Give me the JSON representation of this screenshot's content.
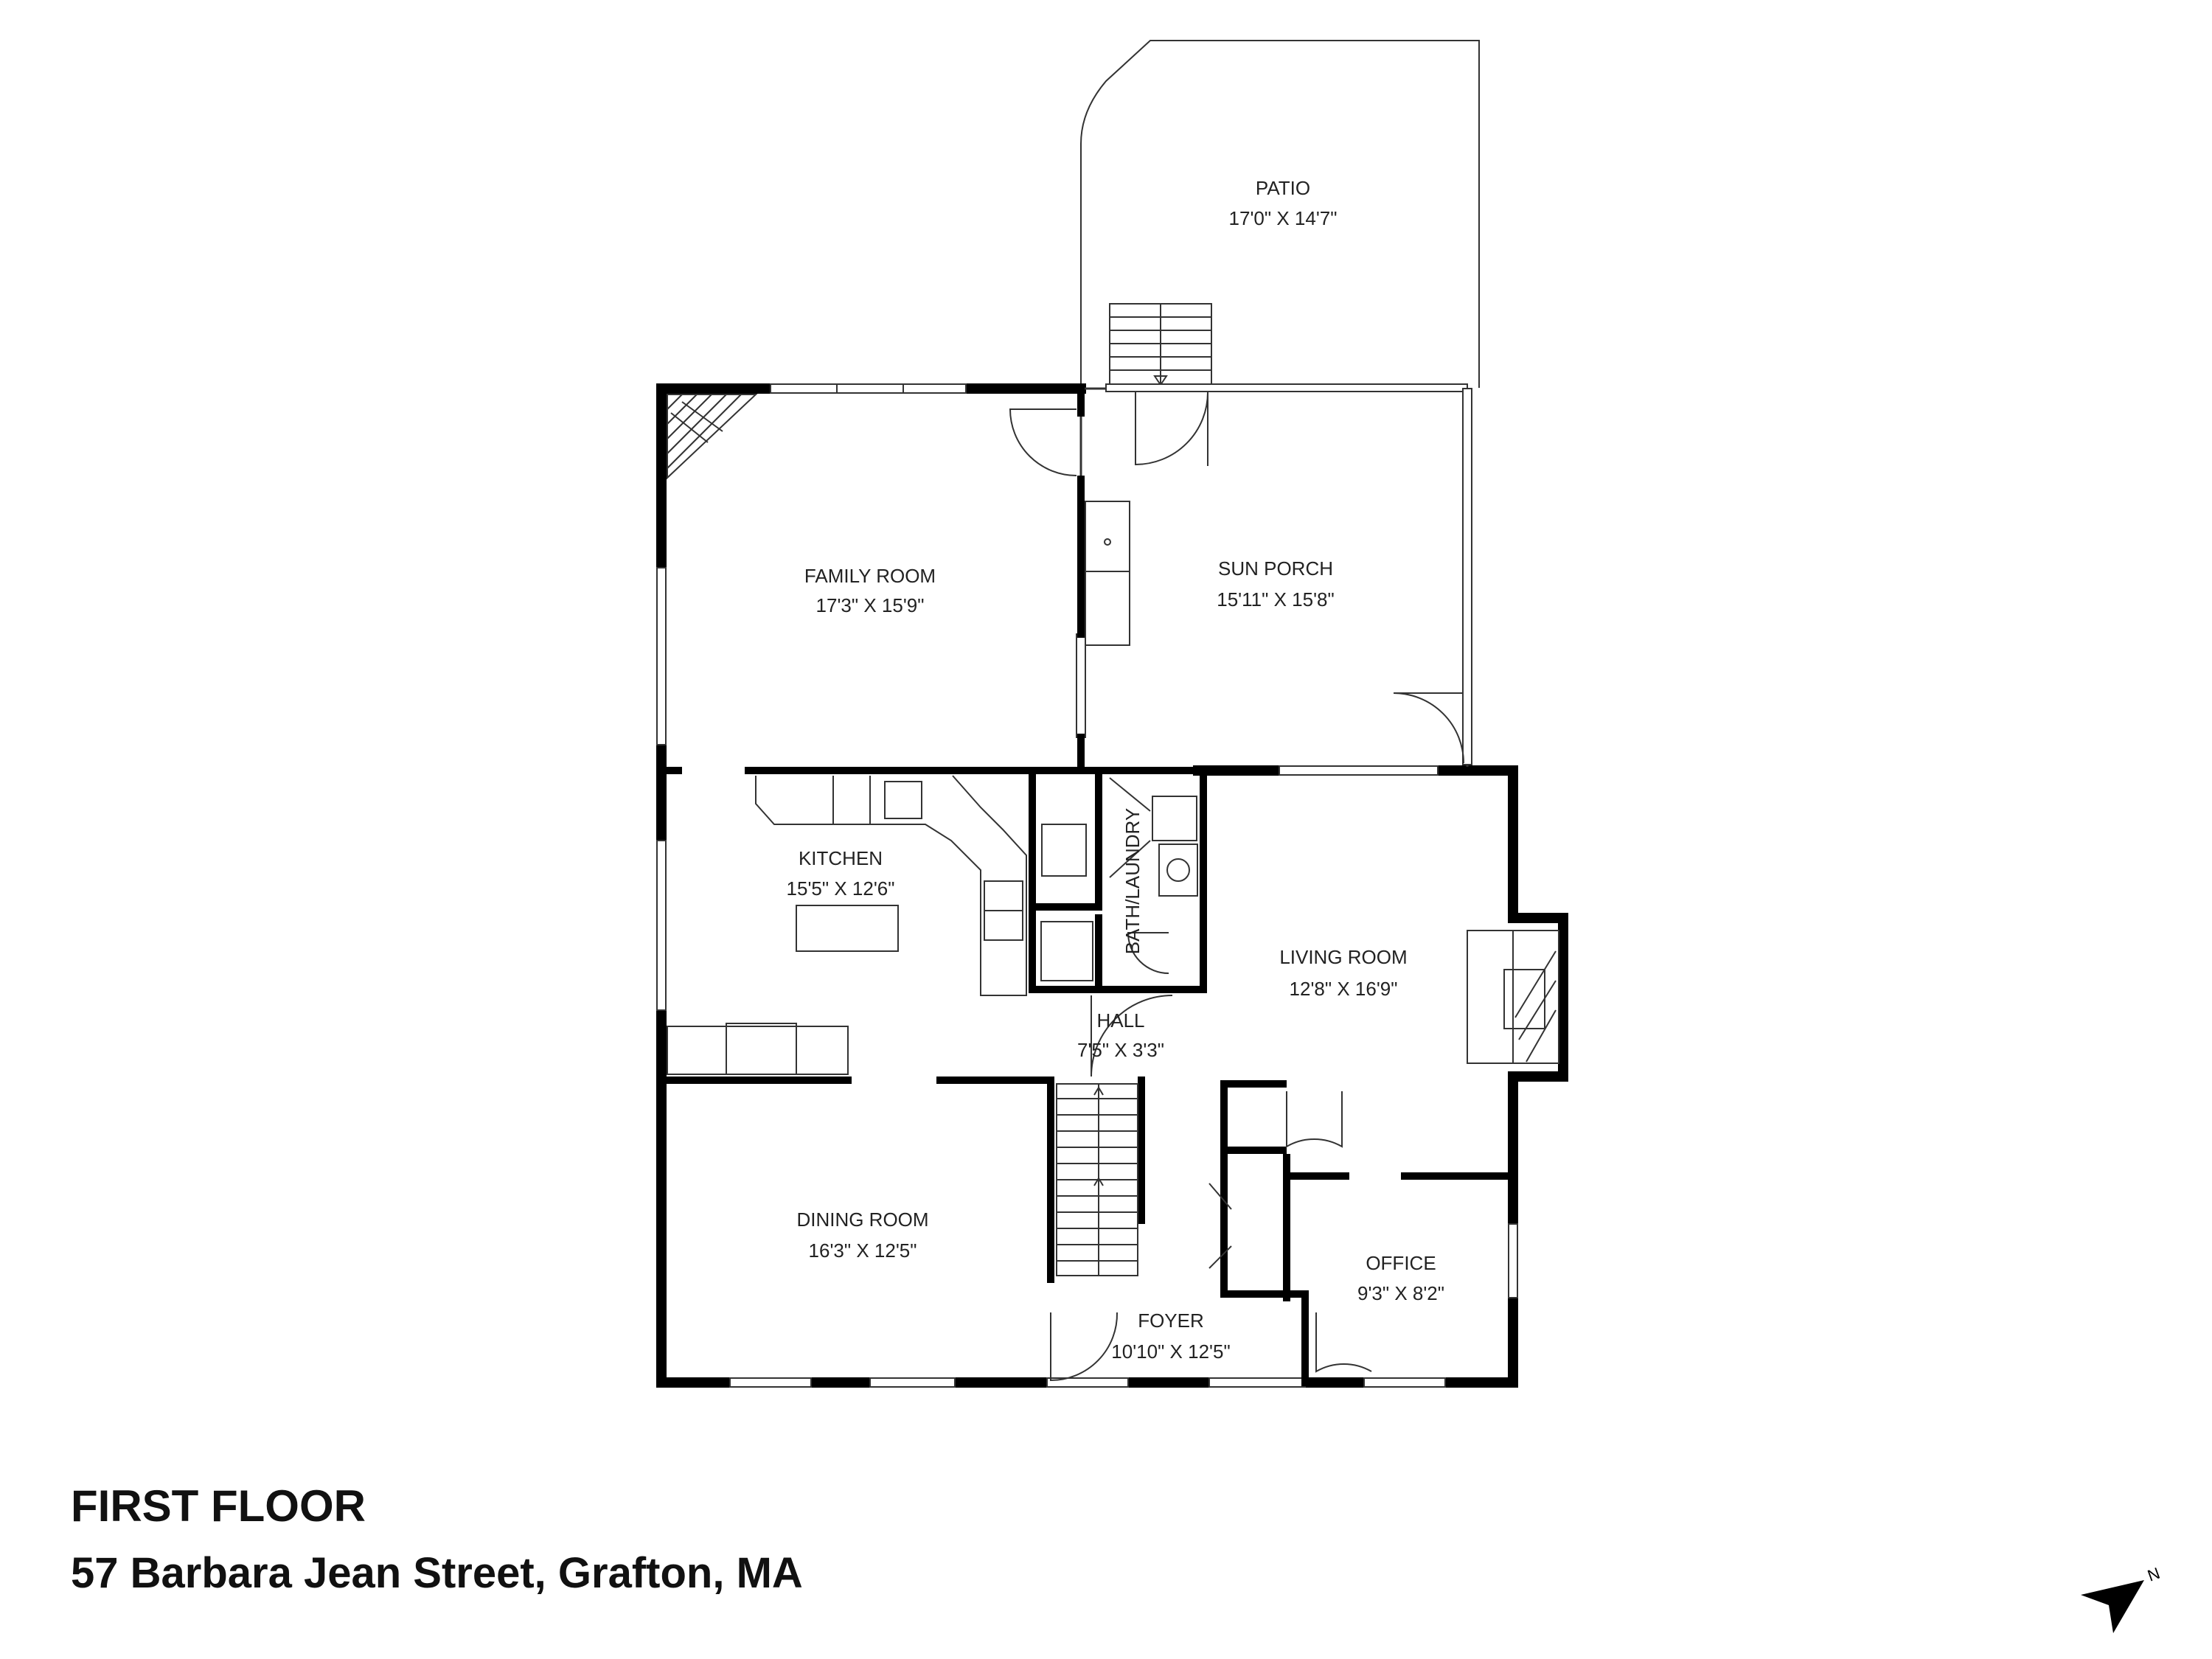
{
  "footer": {
    "floor_title": "FIRST FLOOR",
    "address": "57 Barbara Jean Street, Grafton, MA"
  },
  "compass": {
    "letter": "N"
  },
  "rooms": {
    "patio": {
      "name": "PATIO",
      "dims": "17'0\" X 14'7\""
    },
    "family_room": {
      "name": "FAMILY ROOM",
      "dims": "17'3\" X 15'9\""
    },
    "sun_porch": {
      "name": "SUN PORCH",
      "dims": "15'11\" X 15'8\""
    },
    "kitchen": {
      "name": "KITCHEN",
      "dims": "15'5\" X 12'6\""
    },
    "bath_laundry": {
      "name": "BATH/LAUNDRY"
    },
    "living_room": {
      "name": "LIVING ROOM",
      "dims": "12'8\" X 16'9\""
    },
    "hall": {
      "name": "HALL",
      "dims": "7'5\" X 3'3\""
    },
    "dining_room": {
      "name": "DINING ROOM",
      "dims": "16'3\" X 12'5\""
    },
    "office": {
      "name": "OFFICE",
      "dims": "9'3\" X 8'2\""
    },
    "foyer": {
      "name": "FOYER",
      "dims": "10'10\" X 12'5\""
    }
  }
}
